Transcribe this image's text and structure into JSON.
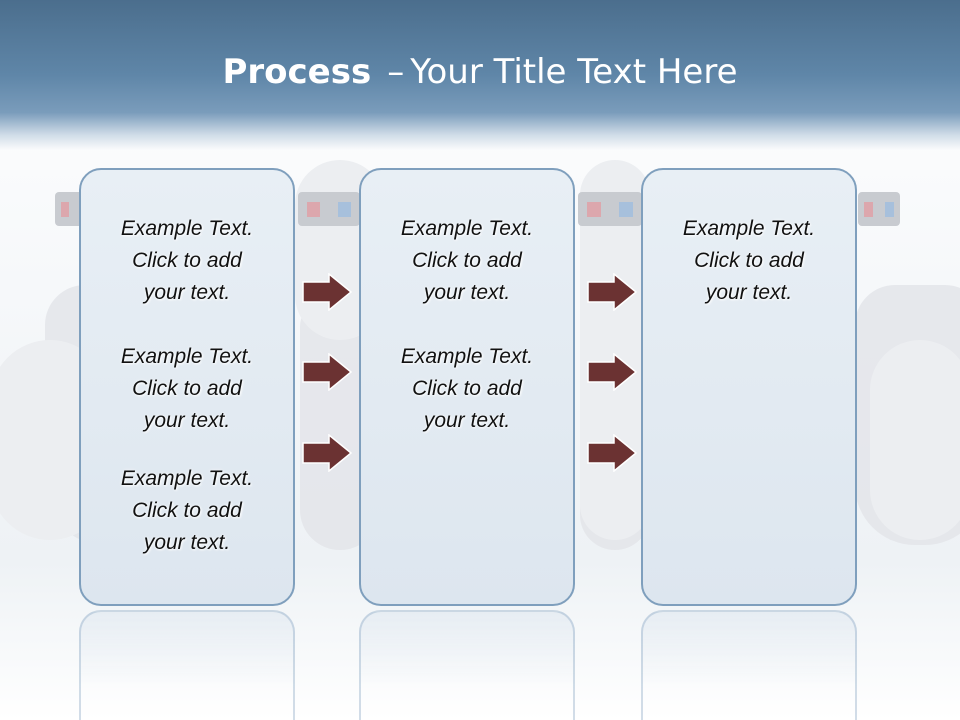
{
  "title": {
    "bold": "Process",
    "separator": "–",
    "text": "Your Title Text Here"
  },
  "columns": [
    {
      "items": [
        {
          "line1": "Example Text.",
          "line2": "Click  to add",
          "line3": "your text."
        },
        {
          "line1": "Example Text.",
          "line2": "Click  to add",
          "line3": "your text."
        },
        {
          "line1": "Example Text.",
          "line2": "Click  to add",
          "line3": "your text."
        }
      ]
    },
    {
      "items": [
        {
          "line1": "Example Text.",
          "line2": "Click  to add",
          "line3": "your text."
        },
        {
          "line1": "Example Text.",
          "line2": "Click  to add",
          "line3": "your text."
        }
      ]
    },
    {
      "items": [
        {
          "line1": "Example Text.",
          "line2": "Click  to add",
          "line3": "your text."
        }
      ]
    }
  ],
  "colors": {
    "header": "#4b6e8d",
    "panel_border": "#7f9fbd",
    "panel_fill": "#e2eaf2",
    "arrow_fill": "#6b3232",
    "arrow_stroke": "#ffffff"
  },
  "icons": [
    "right-arrow-icon"
  ]
}
